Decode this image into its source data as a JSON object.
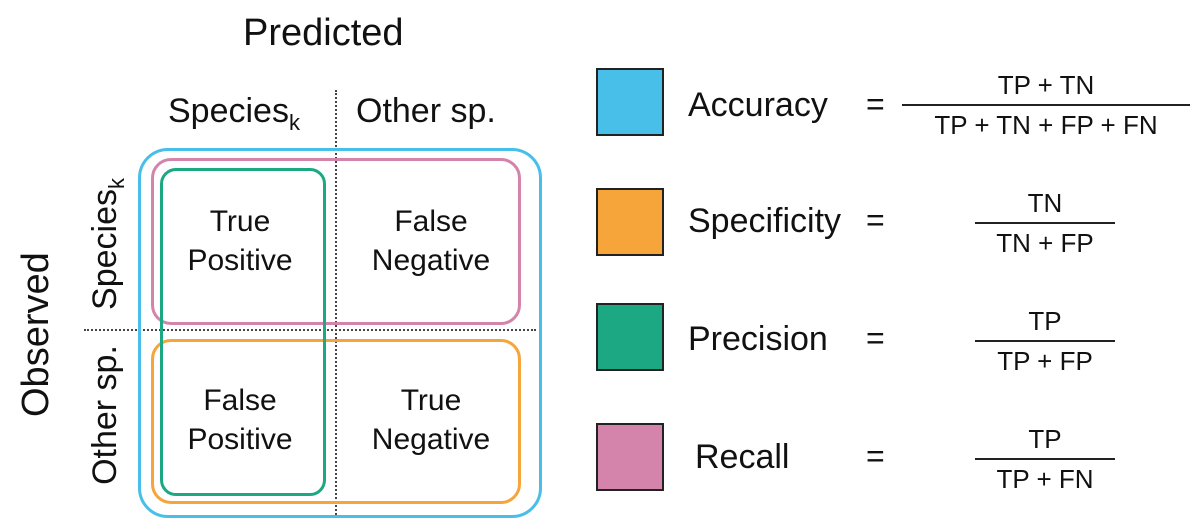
{
  "matrix": {
    "title_predicted": "Predicted",
    "title_observed": "Observed",
    "col_label_species": "Species",
    "col_label_species_sub": "k",
    "col_label_other": "Other sp.",
    "row_label_species": "Species",
    "row_label_species_sub": "k",
    "row_label_other": "Other sp.",
    "cells": {
      "tp_line1": "True",
      "tp_line2": "Positive",
      "fn_line1": "False",
      "fn_line2": "Negative",
      "fp_line1": "False",
      "fp_line2": "Positive",
      "tn_line1": "True",
      "tn_line2": "Negative"
    }
  },
  "colors": {
    "accuracy": "#48bfe8",
    "specificity": "#f5a53a",
    "precision": "#1ba883",
    "recall": "#d484ab"
  },
  "metrics": [
    {
      "name": "Accuracy",
      "eq": "=",
      "numerator": "TP + TN",
      "denominator": "TP + TN + FP + FN"
    },
    {
      "name": "Specificity",
      "eq": "=",
      "numerator": "TN",
      "denominator": "TN + FP"
    },
    {
      "name": "Precision",
      "eq": "=",
      "numerator": "TP",
      "denominator": "TP + FP"
    },
    {
      "name": "Recall",
      "eq": "=",
      "numerator": "TP",
      "denominator": "TP + FN"
    }
  ]
}
